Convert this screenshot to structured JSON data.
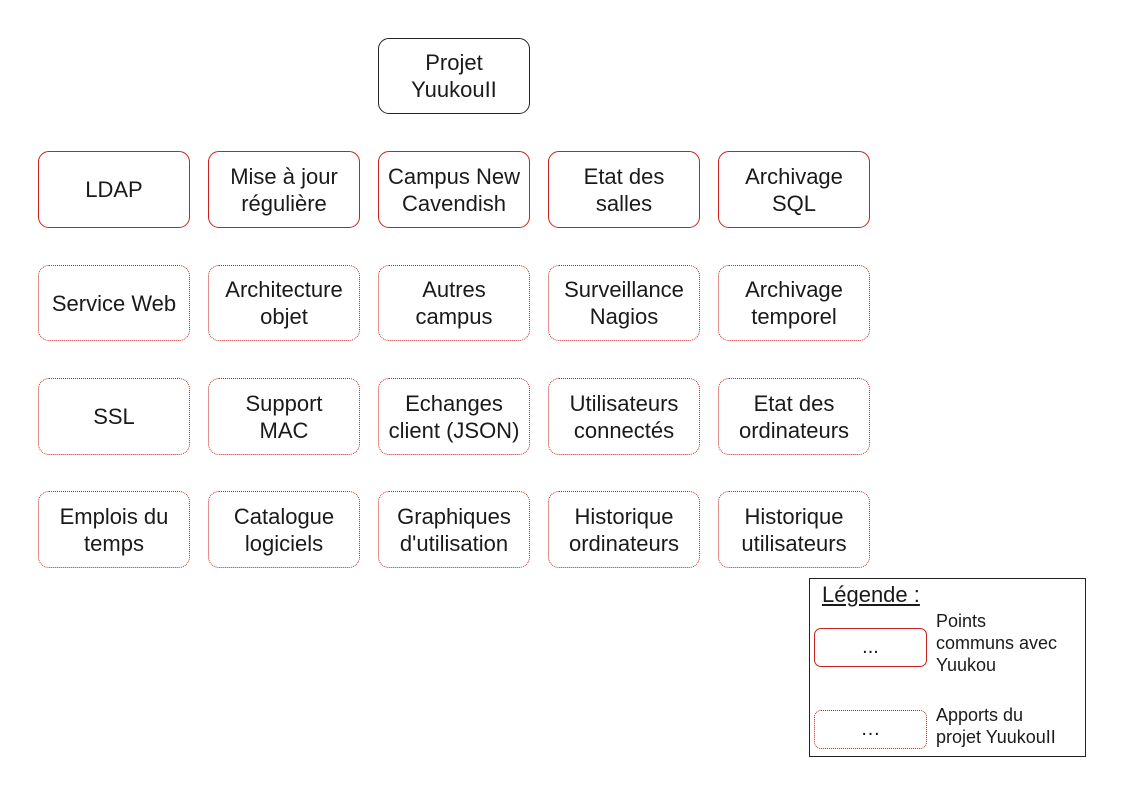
{
  "root": "Projet\nYuukouII",
  "common_points": [
    "LDAP",
    "Mise à jour\nrégulière",
    "Campus New\nCavendish",
    "Etat des\nsalles",
    "Archivage\nSQL"
  ],
  "contributions": [
    "Service Web",
    "Architecture\nobjet",
    "Autres\ncampus",
    "Surveillance\nNagios",
    "Archivage\ntemporel",
    "SSL",
    "Support\nMAC",
    "Echanges\nclient (JSON)",
    "Utilisateurs\nconnectés",
    "Etat des\nordinateurs",
    "Emplois du\ntemps",
    "Catalogue\nlogiciels",
    "Graphiques\nd'utilisation",
    "Historique\nordinateurs",
    "Historique\nutilisateurs"
  ],
  "legend": {
    "title": "Légende :",
    "common_swatch": "...",
    "common_label": "Points\ncommuns avec\nYuukou",
    "contrib_swatch": "…",
    "contrib_label": "Apports du\nprojet YuukouII"
  },
  "colors": {
    "accent": "#c9211e",
    "outline": "#222222"
  }
}
